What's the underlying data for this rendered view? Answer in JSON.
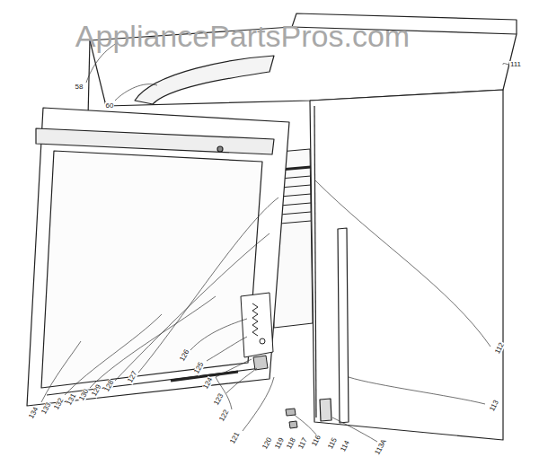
{
  "diagram": {
    "labels": [
      "AppliancePartsPros.com",
      "58",
      "60",
      "111",
      "134",
      "133",
      "132",
      "131",
      "130",
      "129",
      "128",
      "127",
      "126",
      "125",
      "124",
      "123",
      "122",
      "121",
      "120",
      "119",
      "118",
      "117",
      "116",
      "115",
      "114",
      "113A",
      "113",
      "112"
    ]
  }
}
